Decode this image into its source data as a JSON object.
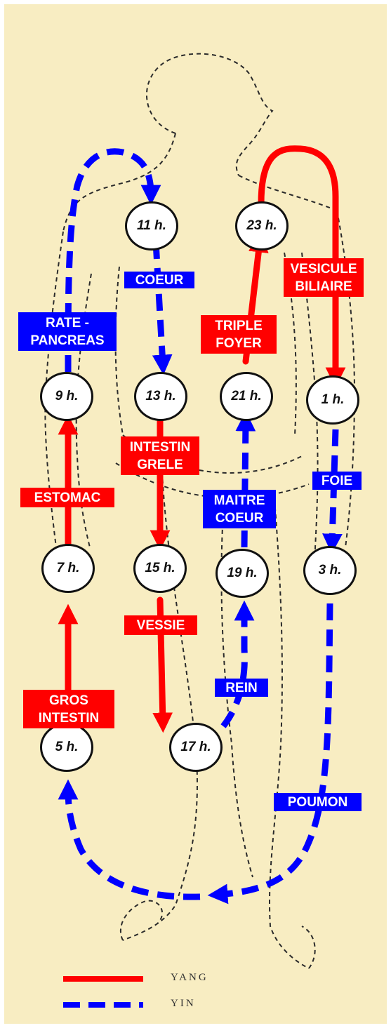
{
  "colors": {
    "yang": "#ff0000",
    "yin": "#0000ff",
    "background": "#f8edc2"
  },
  "nodes": {
    "h1": "1 h.",
    "h3": "3 h.",
    "h5": "5 h.",
    "h7": "7 h.",
    "h9": "9 h.",
    "h11": "11 h.",
    "h13": "13 h.",
    "h15": "15 h.",
    "h17": "17 h.",
    "h19": "19 h.",
    "h21": "21 h.",
    "h23": "23 h."
  },
  "meridians": {
    "vesicule_biliaire": [
      "VESICULE",
      "BILIAIRE"
    ],
    "foie": "FOIE",
    "poumon": "POUMON",
    "gros_intestin": [
      "GROS",
      "INTESTIN"
    ],
    "estomac": "ESTOMAC",
    "rate_pancreas": [
      "RATE -",
      "PANCREAS"
    ],
    "coeur": "COEUR",
    "intestin_grele": [
      "INTESTIN",
      "GRELE"
    ],
    "vessie": "VESSIE",
    "rein": "REIN",
    "maitre_coeur": [
      "MAITRE",
      "COEUR"
    ],
    "triple_foyer": [
      "TRIPLE",
      "FOYER"
    ]
  },
  "legend": {
    "yang": "YANG",
    "yin": "YIN"
  }
}
